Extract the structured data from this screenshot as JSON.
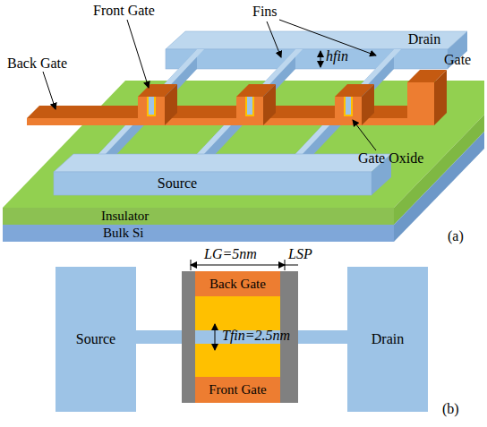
{
  "diagram": {
    "nodes": [
      {
        "text": [
          "Drain"
        ]
      },
      {
        "text": [
          "Source"
        ]
      },
      {
        "text": [
          "Insulator"
        ]
      },
      {
        "text": [
          "Bulk Si"
        ]
      },
      {
        "text": [
          "Source"
        ]
      },
      {
        "text": [
          "Back Gate"
        ]
      },
      {
        "text": [
          "Front Gate"
        ]
      },
      {
        "text": [
          "Drain"
        ]
      }
    ],
    "labels": [
      "Front Gate",
      "Fins",
      "Back Gate",
      "hfin",
      "Gate",
      "Gate Oxide",
      "(a)",
      "LG=5nm",
      "LSP",
      "Tfin=2.5nm",
      "(b)"
    ]
  }
}
